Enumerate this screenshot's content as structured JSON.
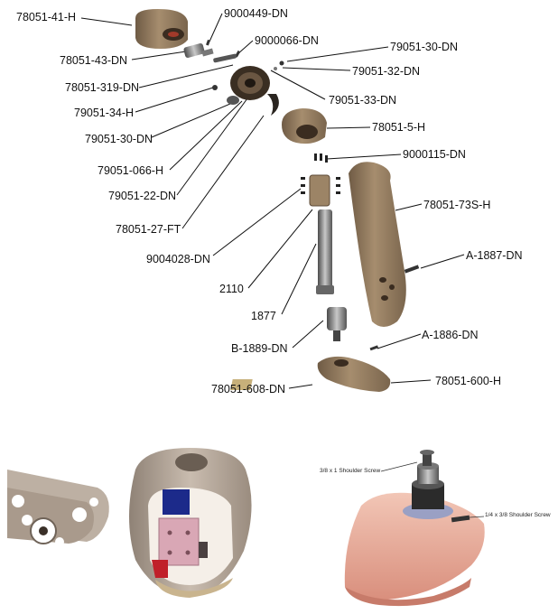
{
  "exploded_view": {
    "labels": [
      {
        "id": "lbl-78051-41-h",
        "text": "78051-41-H"
      },
      {
        "id": "lbl-9000449-dn",
        "text": "9000449-DN"
      },
      {
        "id": "lbl-9000066-dn",
        "text": "9000066-DN"
      },
      {
        "id": "lbl-78051-43-dn",
        "text": "78051-43-DN"
      },
      {
        "id": "lbl-79051-30-dn-a",
        "text": "79051-30-DN"
      },
      {
        "id": "lbl-79051-32-dn",
        "text": "79051-32-DN"
      },
      {
        "id": "lbl-78051-319-dn",
        "text": "78051-319-DN"
      },
      {
        "id": "lbl-79051-33-dn",
        "text": "79051-33-DN"
      },
      {
        "id": "lbl-79051-34-h",
        "text": "79051-34-H"
      },
      {
        "id": "lbl-78051-5-h",
        "text": "78051-5-H"
      },
      {
        "id": "lbl-79051-30-dn-b",
        "text": "79051-30-DN"
      },
      {
        "id": "lbl-9000115-dn",
        "text": "9000115-DN"
      },
      {
        "id": "lbl-79051-066-h",
        "text": "79051-066-H"
      },
      {
        "id": "lbl-79051-22-dn",
        "text": "79051-22-DN"
      },
      {
        "id": "lbl-78051-73s-h",
        "text": "78051-73S-H"
      },
      {
        "id": "lbl-78051-27-ft",
        "text": "78051-27-FT"
      },
      {
        "id": "lbl-a-1887-dn",
        "text": "A-1887-DN"
      },
      {
        "id": "lbl-9004028-dn",
        "text": "9004028-DN"
      },
      {
        "id": "lbl-2110",
        "text": "2110"
      },
      {
        "id": "lbl-1877",
        "text": "1877"
      },
      {
        "id": "lbl-a-1886-dn",
        "text": "A-1886-DN"
      },
      {
        "id": "lbl-b-1889-dn",
        "text": "B-1889-DN"
      },
      {
        "id": "lbl-78051-600-h",
        "text": "78051-600-H"
      },
      {
        "id": "lbl-78051-608-dn",
        "text": "78051-608-DN"
      }
    ]
  },
  "foot_assembly": {
    "shoulder_screw_top": "3/8 x 1 Shoulder Screw",
    "shoulder_screw_side": "1/4 x 3/8 Shoulder Screw"
  },
  "colors": {
    "tan_part": "#9c8466",
    "tan_dark": "#6e5a44",
    "metal": "#8a8a8a",
    "metal_dark": "#444444",
    "foot_pink": "#e8b3a2",
    "knee_gray": "#b7a99c",
    "knee_blue": "#1c2a8a",
    "knee_pink": "#d9a7b5",
    "knee_red": "#c0202a"
  }
}
